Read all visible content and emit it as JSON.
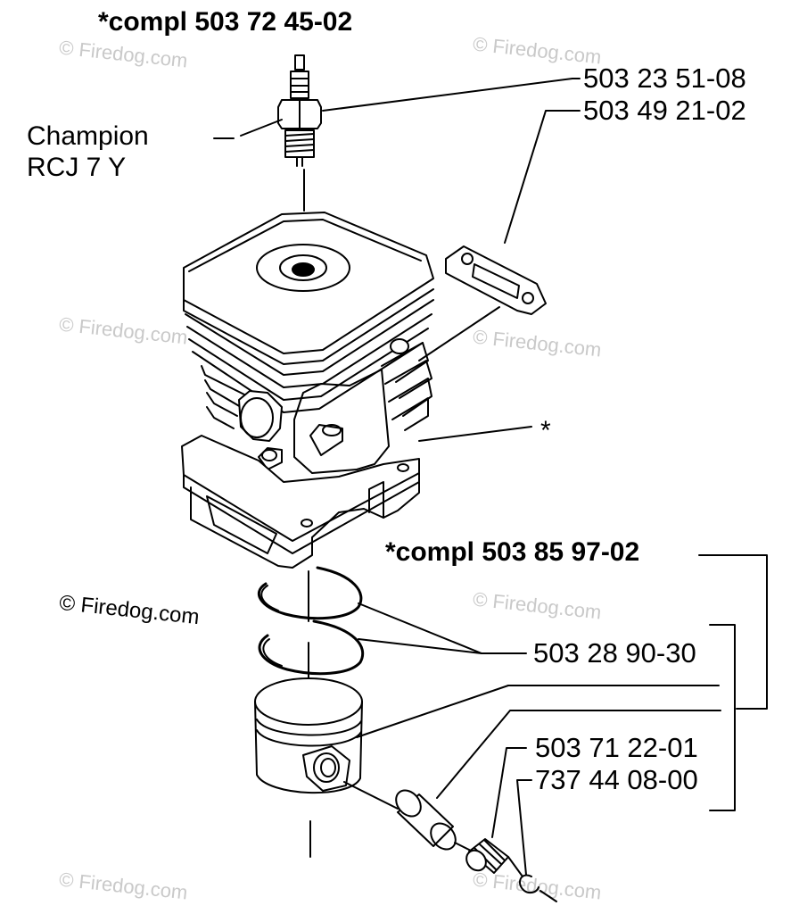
{
  "kit_top_label": "*compl 503 72 45-02",
  "kit_bottom_label": "*compl 503 85 97-02",
  "spark_plug_label_line1": "Champion",
  "spark_plug_label_line2": "RCJ 7 Y",
  "part_spark_plug": "503 23 51-08",
  "part_gasket": "503 49 21-02",
  "cylinder_marker": "*",
  "part_piston_rings": "503 28 90-30",
  "part_pin": "503 71 22-01",
  "part_circlip": "737 44 08-00",
  "watermark": "© Firedog.com",
  "colors": {
    "line": "#000000",
    "watermark": "#c9c9c9"
  }
}
